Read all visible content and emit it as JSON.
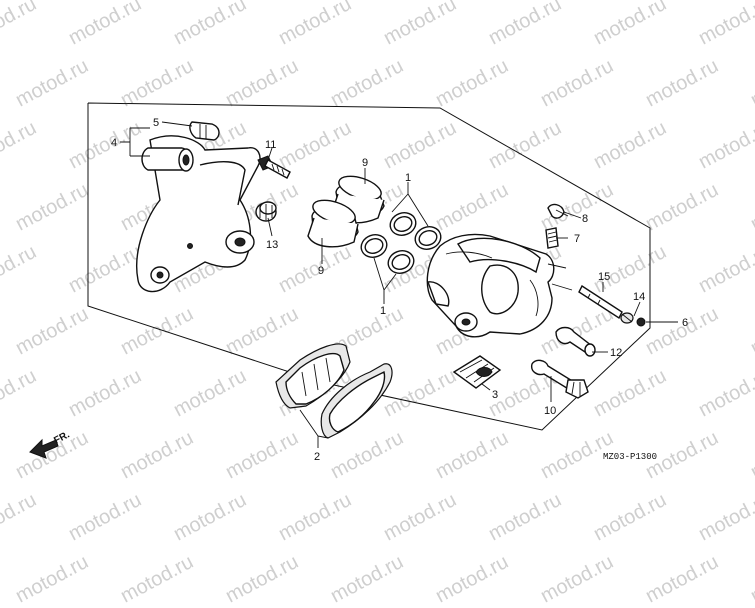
{
  "watermark": "motod.ru",
  "diagram_code": "MZ03-P1300",
  "direction_label": "FR.",
  "callouts": {
    "c1a": "1",
    "c1b": "1",
    "c2": "2",
    "c3": "3",
    "c4": "4",
    "c5": "5",
    "c6": "6",
    "c7": "7",
    "c8": "8",
    "c9a": "9",
    "c9b": "9",
    "c10": "10",
    "c11": "11",
    "c12": "12",
    "c13": "13",
    "c14": "14",
    "c15": "15"
  }
}
